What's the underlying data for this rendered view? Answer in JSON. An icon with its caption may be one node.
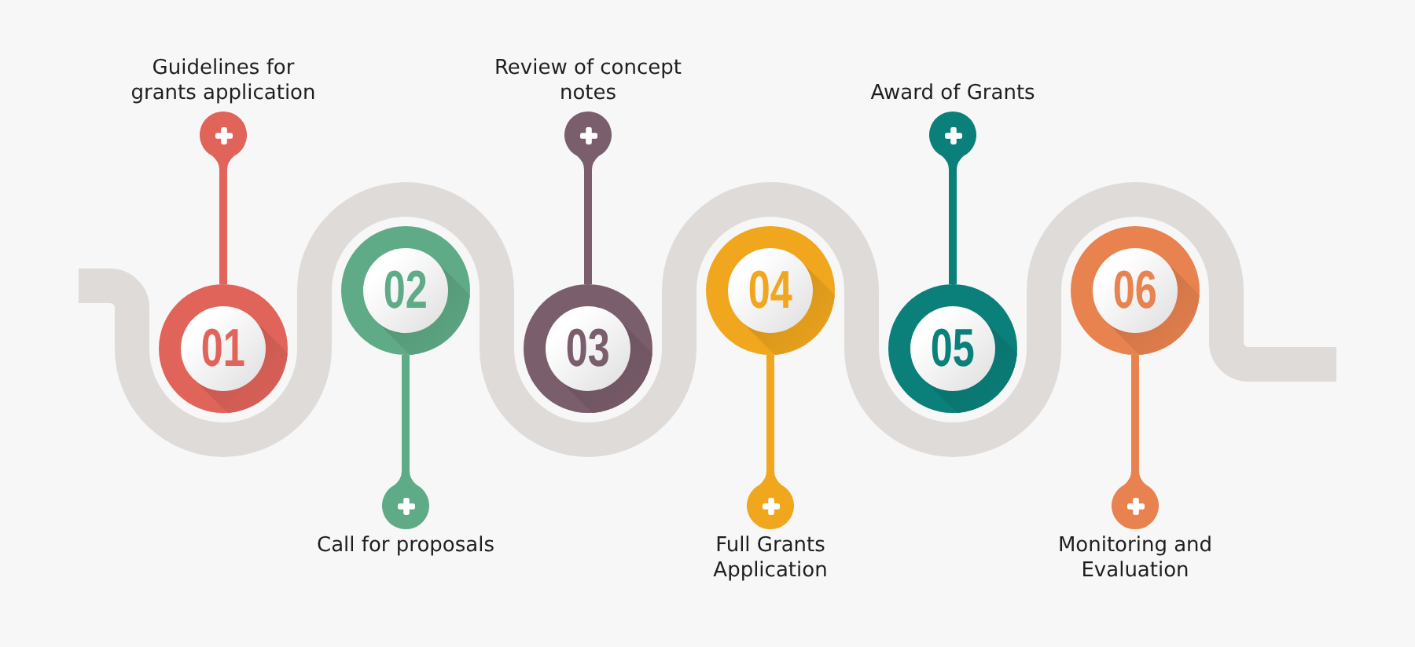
{
  "diagram": {
    "nodes": [
      {
        "text": [
          "01"
        ]
      },
      {
        "text": [
          "02"
        ]
      },
      {
        "text": [
          "03"
        ]
      },
      {
        "text": [
          "04"
        ]
      },
      {
        "text": [
          "05"
        ]
      },
      {
        "text": [
          "06"
        ]
      },
      {
        "text": [],
        "shape": "circle",
        "beside": [
          "Guidelines for grants application"
        ]
      },
      {
        "text": [],
        "shape": "circle",
        "beside": [
          "Call for proposals"
        ]
      },
      {
        "text": [],
        "shape": "circle",
        "beside": [
          "Review of concept notes"
        ]
      },
      {
        "text": [],
        "shape": "circle",
        "beside": [
          "Full Grants Application"
        ]
      },
      {
        "text": [],
        "shape": "circle",
        "beside": [
          "Award of Grants"
        ]
      },
      {
        "text": [],
        "shape": "circle",
        "beside": [
          "Monitoring and Evaluation"
        ]
      }
    ],
    "edges": [
      {
        "from": 0,
        "to": 6,
        "arrow": "none",
        "color": "#e0645a"
      },
      {
        "from": 1,
        "to": 7,
        "arrow": "none",
        "color": "#5faa87"
      },
      {
        "from": 2,
        "to": 8,
        "arrow": "none",
        "color": "#7a5e6b"
      },
      {
        "from": 3,
        "to": 9,
        "arrow": "none",
        "color": "#f0a71e"
      },
      {
        "from": 4,
        "to": 10,
        "arrow": "none",
        "color": "#0b807a"
      },
      {
        "from": 5,
        "to": 11,
        "arrow": "none",
        "color": "#e8824f"
      }
    ]
  }
}
